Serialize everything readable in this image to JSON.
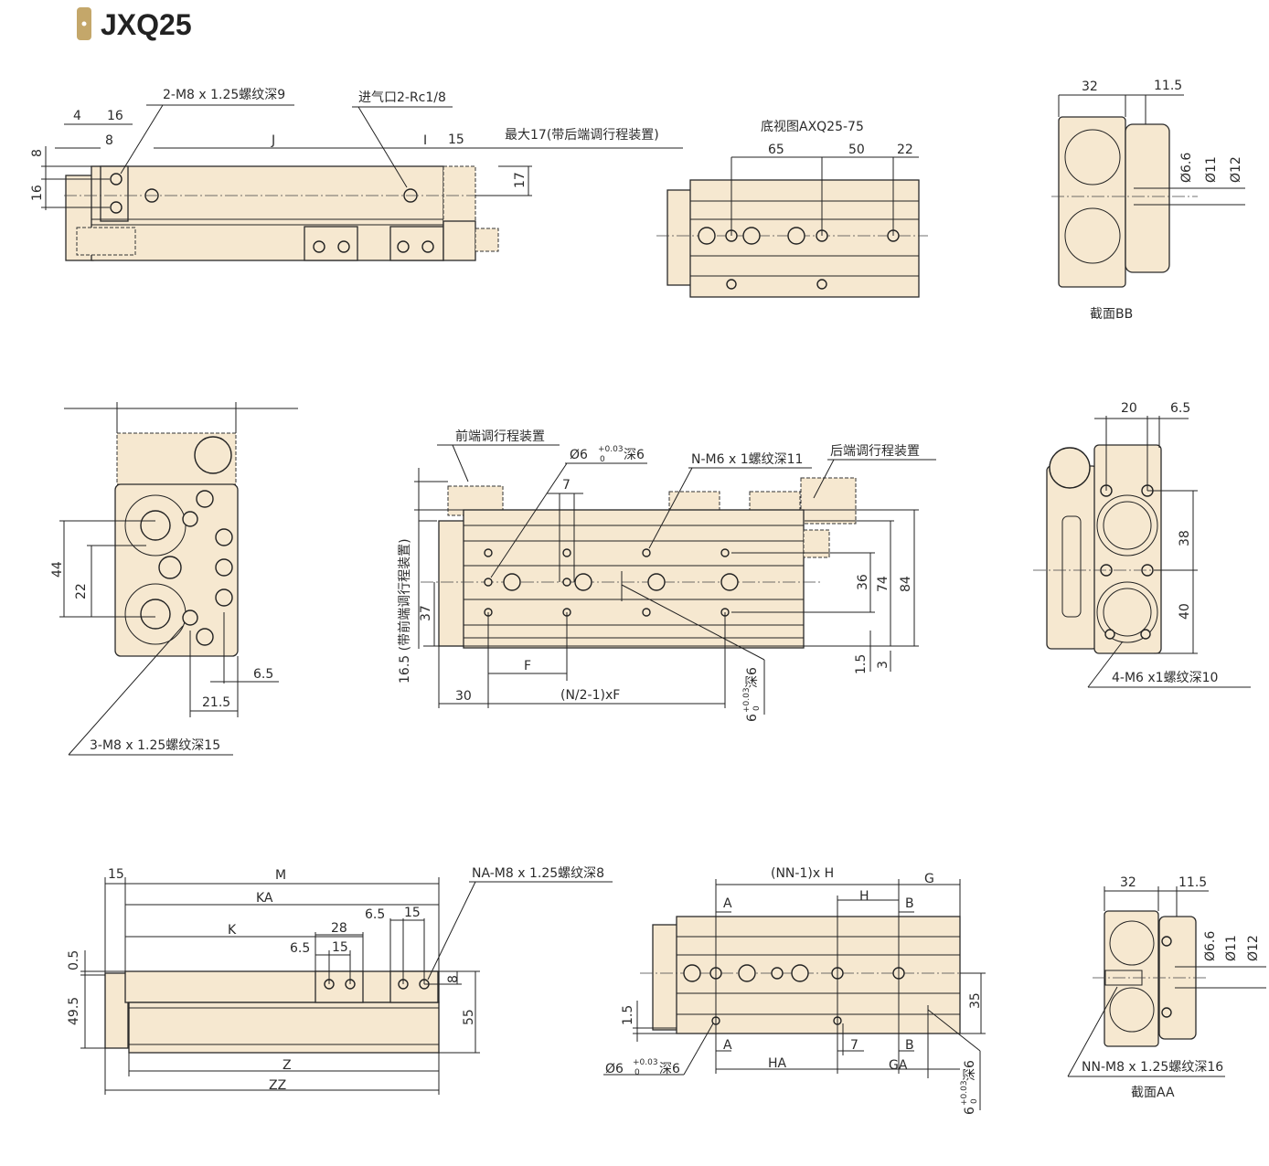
{
  "title": "JXQ25",
  "colors": {
    "badge": "#c4a76a",
    "body_fill": "#f6e8d0",
    "line": "#222222"
  },
  "side_view": {
    "callout_thread": "2-M8 x 1.25螺纹深9",
    "callout_inlet": "进气口2-Rc1/8",
    "dim_4": "4",
    "dim_16": "16",
    "dim_8": "8",
    "dim_J": "J",
    "dim_I": "I",
    "dim_15": "15",
    "max_note": "最大17(带后端调行程装置)",
    "dim_v8": "8",
    "dim_v16": "16",
    "dim_v17": "17"
  },
  "bottom_view": {
    "title": "底视图AXQ25-75",
    "dim_65": "65",
    "dim_50": "50",
    "dim_22": "22"
  },
  "section_bb": {
    "dim_32": "32",
    "dim_11_5": "11.5",
    "dia_6_6": "Ø6.6",
    "dia_11": "Ø11",
    "dia_12": "Ø12",
    "caption": "截面BB"
  },
  "front_end_view": {
    "dim_44": "44",
    "dim_22": "22",
    "dim_6_5": "6.5",
    "dim_21_5": "21.5",
    "callout": "3-M8 x 1.25螺纹深15"
  },
  "top_view": {
    "front_adjuster": "前端调行程装置",
    "pin_hole": {
      "base": "Ø6",
      "upper": "+0.03",
      "lower": "0",
      "suffix": "深6"
    },
    "dim_7": "7",
    "thread_callout": "N-M6 x 1螺纹深11",
    "rear_adjuster": "后端调行程装置",
    "dim_16_5": "16.5 (带前端调行程装置)",
    "dim_37": "37",
    "dim_36": "36",
    "dim_74": "74",
    "dim_84": "84",
    "dim_1_5": "1.5",
    "dim_3": "3",
    "dim_F": "F",
    "dim_30": "30",
    "dim_pitch": "(N/2-1)xF",
    "slot": {
      "base": "6",
      "upper": "+0.03",
      "lower": "0",
      "suffix": "深6"
    }
  },
  "rear_end_view": {
    "dim_20": "20",
    "dim_6_5": "6.5",
    "dim_38": "38",
    "dim_40": "40",
    "callout": "4-M6 x1螺纹深10"
  },
  "lower_side_view": {
    "dim_15": "15",
    "dim_M": "M",
    "dim_KA": "KA",
    "dim_6_5a": "6.5",
    "dim_15a": "15",
    "dim_K": "K",
    "dim_28": "28",
    "dim_6_5b": "6.5",
    "dim_15b": "15",
    "callout": "NA-M8 x 1.25螺纹深8",
    "dim_0_5": "0.5",
    "dim_49_5": "49.5",
    "dim_8": "8",
    "dim_55": "55",
    "dim_Z": "Z",
    "dim_ZZ": "ZZ"
  },
  "lower_bottom_view": {
    "dim_pitch": "(NN-1)x H",
    "dim_G": "G",
    "dim_A_top": "A",
    "dim_H": "H",
    "dim_B_top": "B",
    "dim_1_5": "1.5",
    "dim_35": "35",
    "dim_A_bot": "A",
    "dim_7": "7",
    "dim_B_bot": "B",
    "pin_hole": {
      "base": "Ø6",
      "upper": "+0.03",
      "lower": "0",
      "suffix": "深6"
    },
    "dim_HA": "HA",
    "dim_GA": "GA",
    "slot": {
      "base": "6",
      "upper": "+0.03",
      "lower": "0",
      "suffix": "深6"
    }
  },
  "section_aa": {
    "dim_32": "32",
    "dim_11_5": "11.5",
    "dia_6_6": "Ø6.6",
    "dia_11": "Ø11",
    "dia_12": "Ø12",
    "callout": "NN-M8 x 1.25螺纹深16",
    "caption": "截面AA"
  }
}
